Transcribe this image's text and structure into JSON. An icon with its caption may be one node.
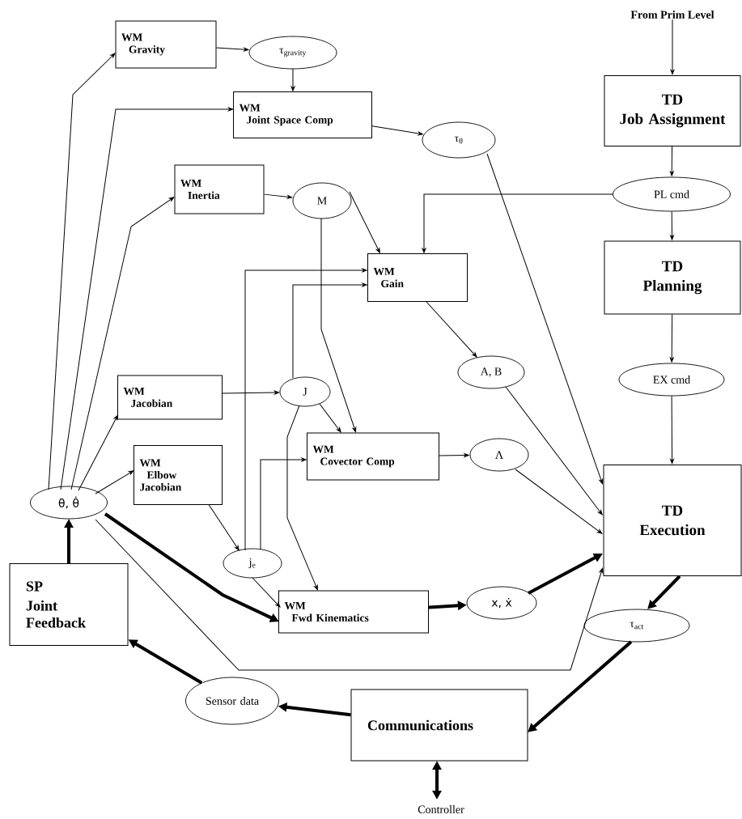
{
  "diagram": {
    "nodes": [
      {
        "text": [
          "From Prim Level"
        ]
      },
      {
        "text": [
          "TD",
          "Job Assignment"
        ]
      },
      {
        "text": [
          "PL cmd"
        ]
      },
      {
        "text": [
          "TD",
          "Planning"
        ]
      },
      {
        "text": [
          "EX cmd"
        ]
      },
      {
        "text": [
          "TD",
          "Execution"
        ]
      },
      {
        "text": [
          "τ$_{act}$"
        ]
      },
      {
        "text": [
          "Communications"
        ]
      },
      {
        "text": [
          "Controller"
        ]
      },
      {
        "text": [
          "Sensor data"
        ]
      },
      {
        "text": [
          "SP",
          "Joint Feedback"
        ]
      },
      {
        "text": [
          "θ, θ̇"
        ]
      },
      {
        "text": [
          "WM",
          "Gravity"
        ]
      },
      {
        "text": [
          "τ$_{gravity}$"
        ]
      },
      {
        "text": [
          "WM",
          "Joint Space Comp"
        ]
      },
      {
        "text": [
          "τ$_{θ}$"
        ]
      },
      {
        "text": [
          "WM",
          "Inertia"
        ]
      },
      {
        "text": [
          "M"
        ]
      },
      {
        "text": [
          "WM",
          "Gain"
        ]
      },
      {
        "text": [
          "A, B"
        ]
      },
      {
        "text": [
          "WM",
          "Jacobian"
        ]
      },
      {
        "text": [
          "J"
        ]
      },
      {
        "text": [
          "WM",
          "Elbow Jacobian"
        ]
      },
      {
        "text": [
          "WM",
          "Covector Comp"
        ]
      },
      {
        "text": [
          "Λ"
        ]
      },
      {
        "text": [
          "j$_{e}$"
        ]
      },
      {
        "text": [
          "WM",
          "Fwd Kinematics"
        ]
      },
      {
        "text": [
          "x, ẋ"
        ]
      }
    ],
    "edges": [
      {
        "from": 0,
        "to": 1,
        "arrow": "to"
      },
      {
        "from": 1,
        "to": 2,
        "arrow": "to"
      },
      {
        "from": 2,
        "to": 3,
        "arrow": "to"
      },
      {
        "from": 3,
        "to": 4,
        "arrow": "to"
      },
      {
        "from": 4,
        "to": 5,
        "arrow": "to"
      },
      {
        "from": 5,
        "to": 6,
        "arrow": "to",
        "style": "thick"
      },
      {
        "from": 6,
        "to": 7,
        "arrow": "to",
        "style": "thick"
      },
      {
        "from": 7,
        "to": 9,
        "arrow": "to",
        "style": "thick"
      },
      {
        "from": 9,
        "to": 10,
        "arrow": "to",
        "style": "thick"
      },
      {
        "from": 10,
        "to": 11,
        "arrow": "to",
        "style": "thick"
      },
      {
        "from": 7,
        "to": 8,
        "arrow": "both",
        "style": "thick"
      },
      {
        "from": 11,
        "to": 12,
        "arrow": "to"
      },
      {
        "from": 11,
        "to": 14,
        "arrow": "to"
      },
      {
        "from": 11,
        "to": 16,
        "arrow": "to"
      },
      {
        "from": 11,
        "to": 20,
        "arrow": "to"
      },
      {
        "from": 11,
        "to": 22,
        "arrow": "to"
      },
      {
        "from": 11,
        "to": 26,
        "arrow": "to",
        "style": "thick"
      },
      {
        "from": 11,
        "to": 5,
        "arrow": "to"
      },
      {
        "from": 12,
        "to": 13,
        "arrow": "to"
      },
      {
        "from": 13,
        "to": 14,
        "arrow": "to"
      },
      {
        "from": 14,
        "to": 15,
        "arrow": "to"
      },
      {
        "from": 15,
        "to": 5,
        "arrow": "to"
      },
      {
        "from": 16,
        "to": 17,
        "arrow": "to"
      },
      {
        "from": 17,
        "to": 18,
        "arrow": "to"
      },
      {
        "from": 17,
        "to": 23,
        "arrow": "to"
      },
      {
        "from": 2,
        "to": 18,
        "arrow": "to"
      },
      {
        "from": 18,
        "to": 19,
        "arrow": "to"
      },
      {
        "from": 19,
        "to": 5,
        "arrow": "to"
      },
      {
        "from": 20,
        "to": 21,
        "arrow": "to"
      },
      {
        "from": 21,
        "to": 18,
        "arrow": "to"
      },
      {
        "from": 21,
        "to": 23,
        "arrow": "to"
      },
      {
        "from": 21,
        "to": 26,
        "arrow": "to"
      },
      {
        "from": 22,
        "to": 25,
        "arrow": "to"
      },
      {
        "from": 25,
        "to": 18,
        "arrow": "to"
      },
      {
        "from": 25,
        "to": 23,
        "arrow": "to"
      },
      {
        "from": 25,
        "to": 26,
        "arrow": "to"
      },
      {
        "from": 23,
        "to": 24,
        "arrow": "to"
      },
      {
        "from": 24,
        "to": 5,
        "arrow": "to"
      },
      {
        "from": 26,
        "to": 27,
        "arrow": "to",
        "style": "thick"
      },
      {
        "from": 27,
        "to": 5,
        "arrow": "to",
        "style": "thick"
      }
    ]
  }
}
